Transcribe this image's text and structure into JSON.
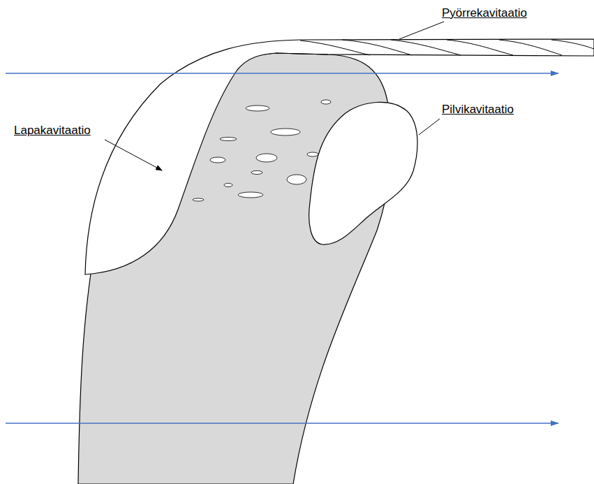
{
  "diagram": {
    "labels": [
      "Pyörrekavitaatio",
      "Pilvikavitaatio",
      "Lapakavitaatio"
    ]
  }
}
